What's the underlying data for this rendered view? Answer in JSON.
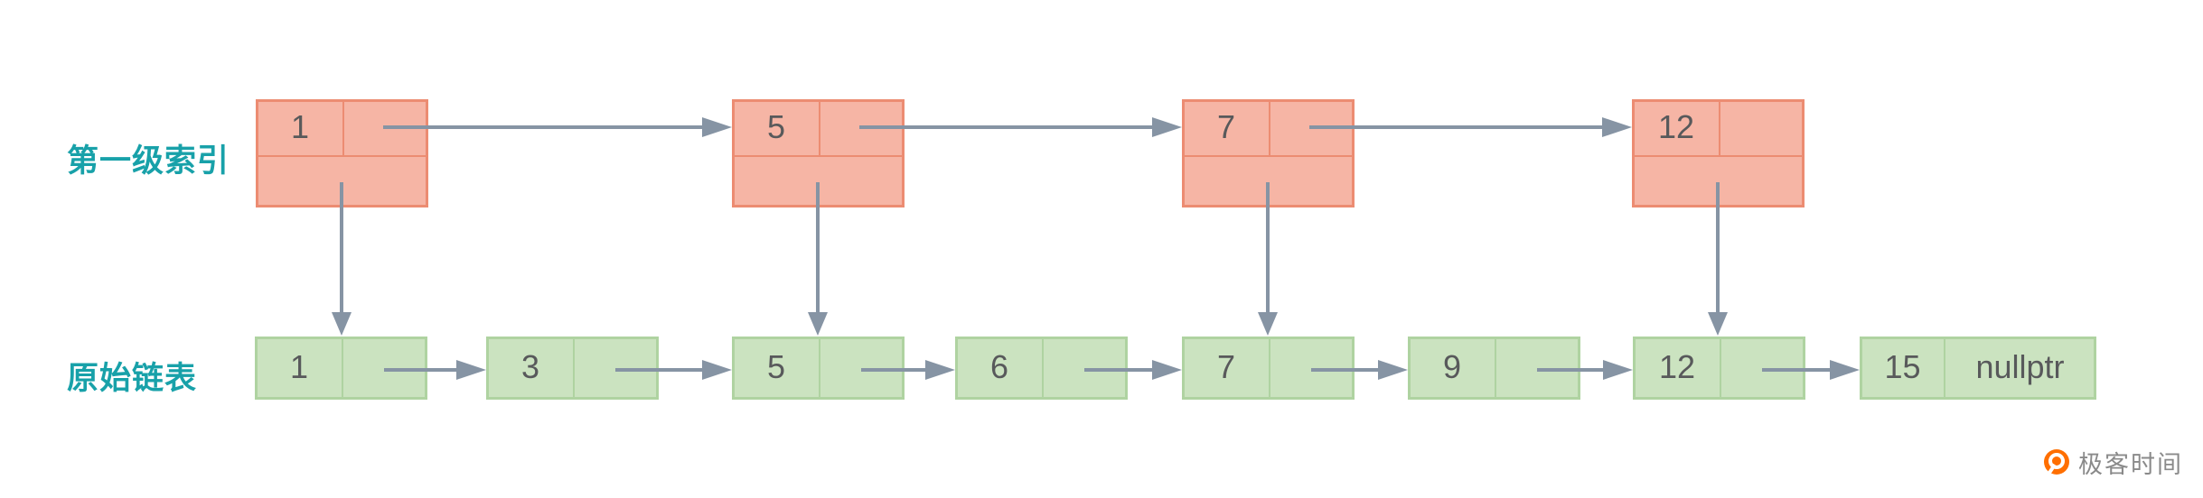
{
  "row_labels": {
    "index_level": "第一级索引",
    "base_list": "原始链表"
  },
  "index_nodes": [
    {
      "value": "1"
    },
    {
      "value": "5"
    },
    {
      "value": "7"
    },
    {
      "value": "12"
    }
  ],
  "list_nodes": [
    {
      "value": "1"
    },
    {
      "value": "3"
    },
    {
      "value": "5"
    },
    {
      "value": "6"
    },
    {
      "value": "7"
    },
    {
      "value": "9"
    },
    {
      "value": "12"
    },
    {
      "value": "15",
      "pointer_label": "nullptr"
    }
  ],
  "branding": {
    "logo_text": "极客时间"
  },
  "colors": {
    "index_node_fill": "#F6B5A5",
    "index_node_border": "#EC8C72",
    "list_node_fill": "#CBE3C0",
    "list_node_border": "#AFD3A1",
    "arrow": "#8694A4",
    "node_text": "#58595B",
    "label_text": "#18A1A9",
    "logo_orange": "#FF6F00",
    "logo_text_gray": "#8A8A8A"
  }
}
